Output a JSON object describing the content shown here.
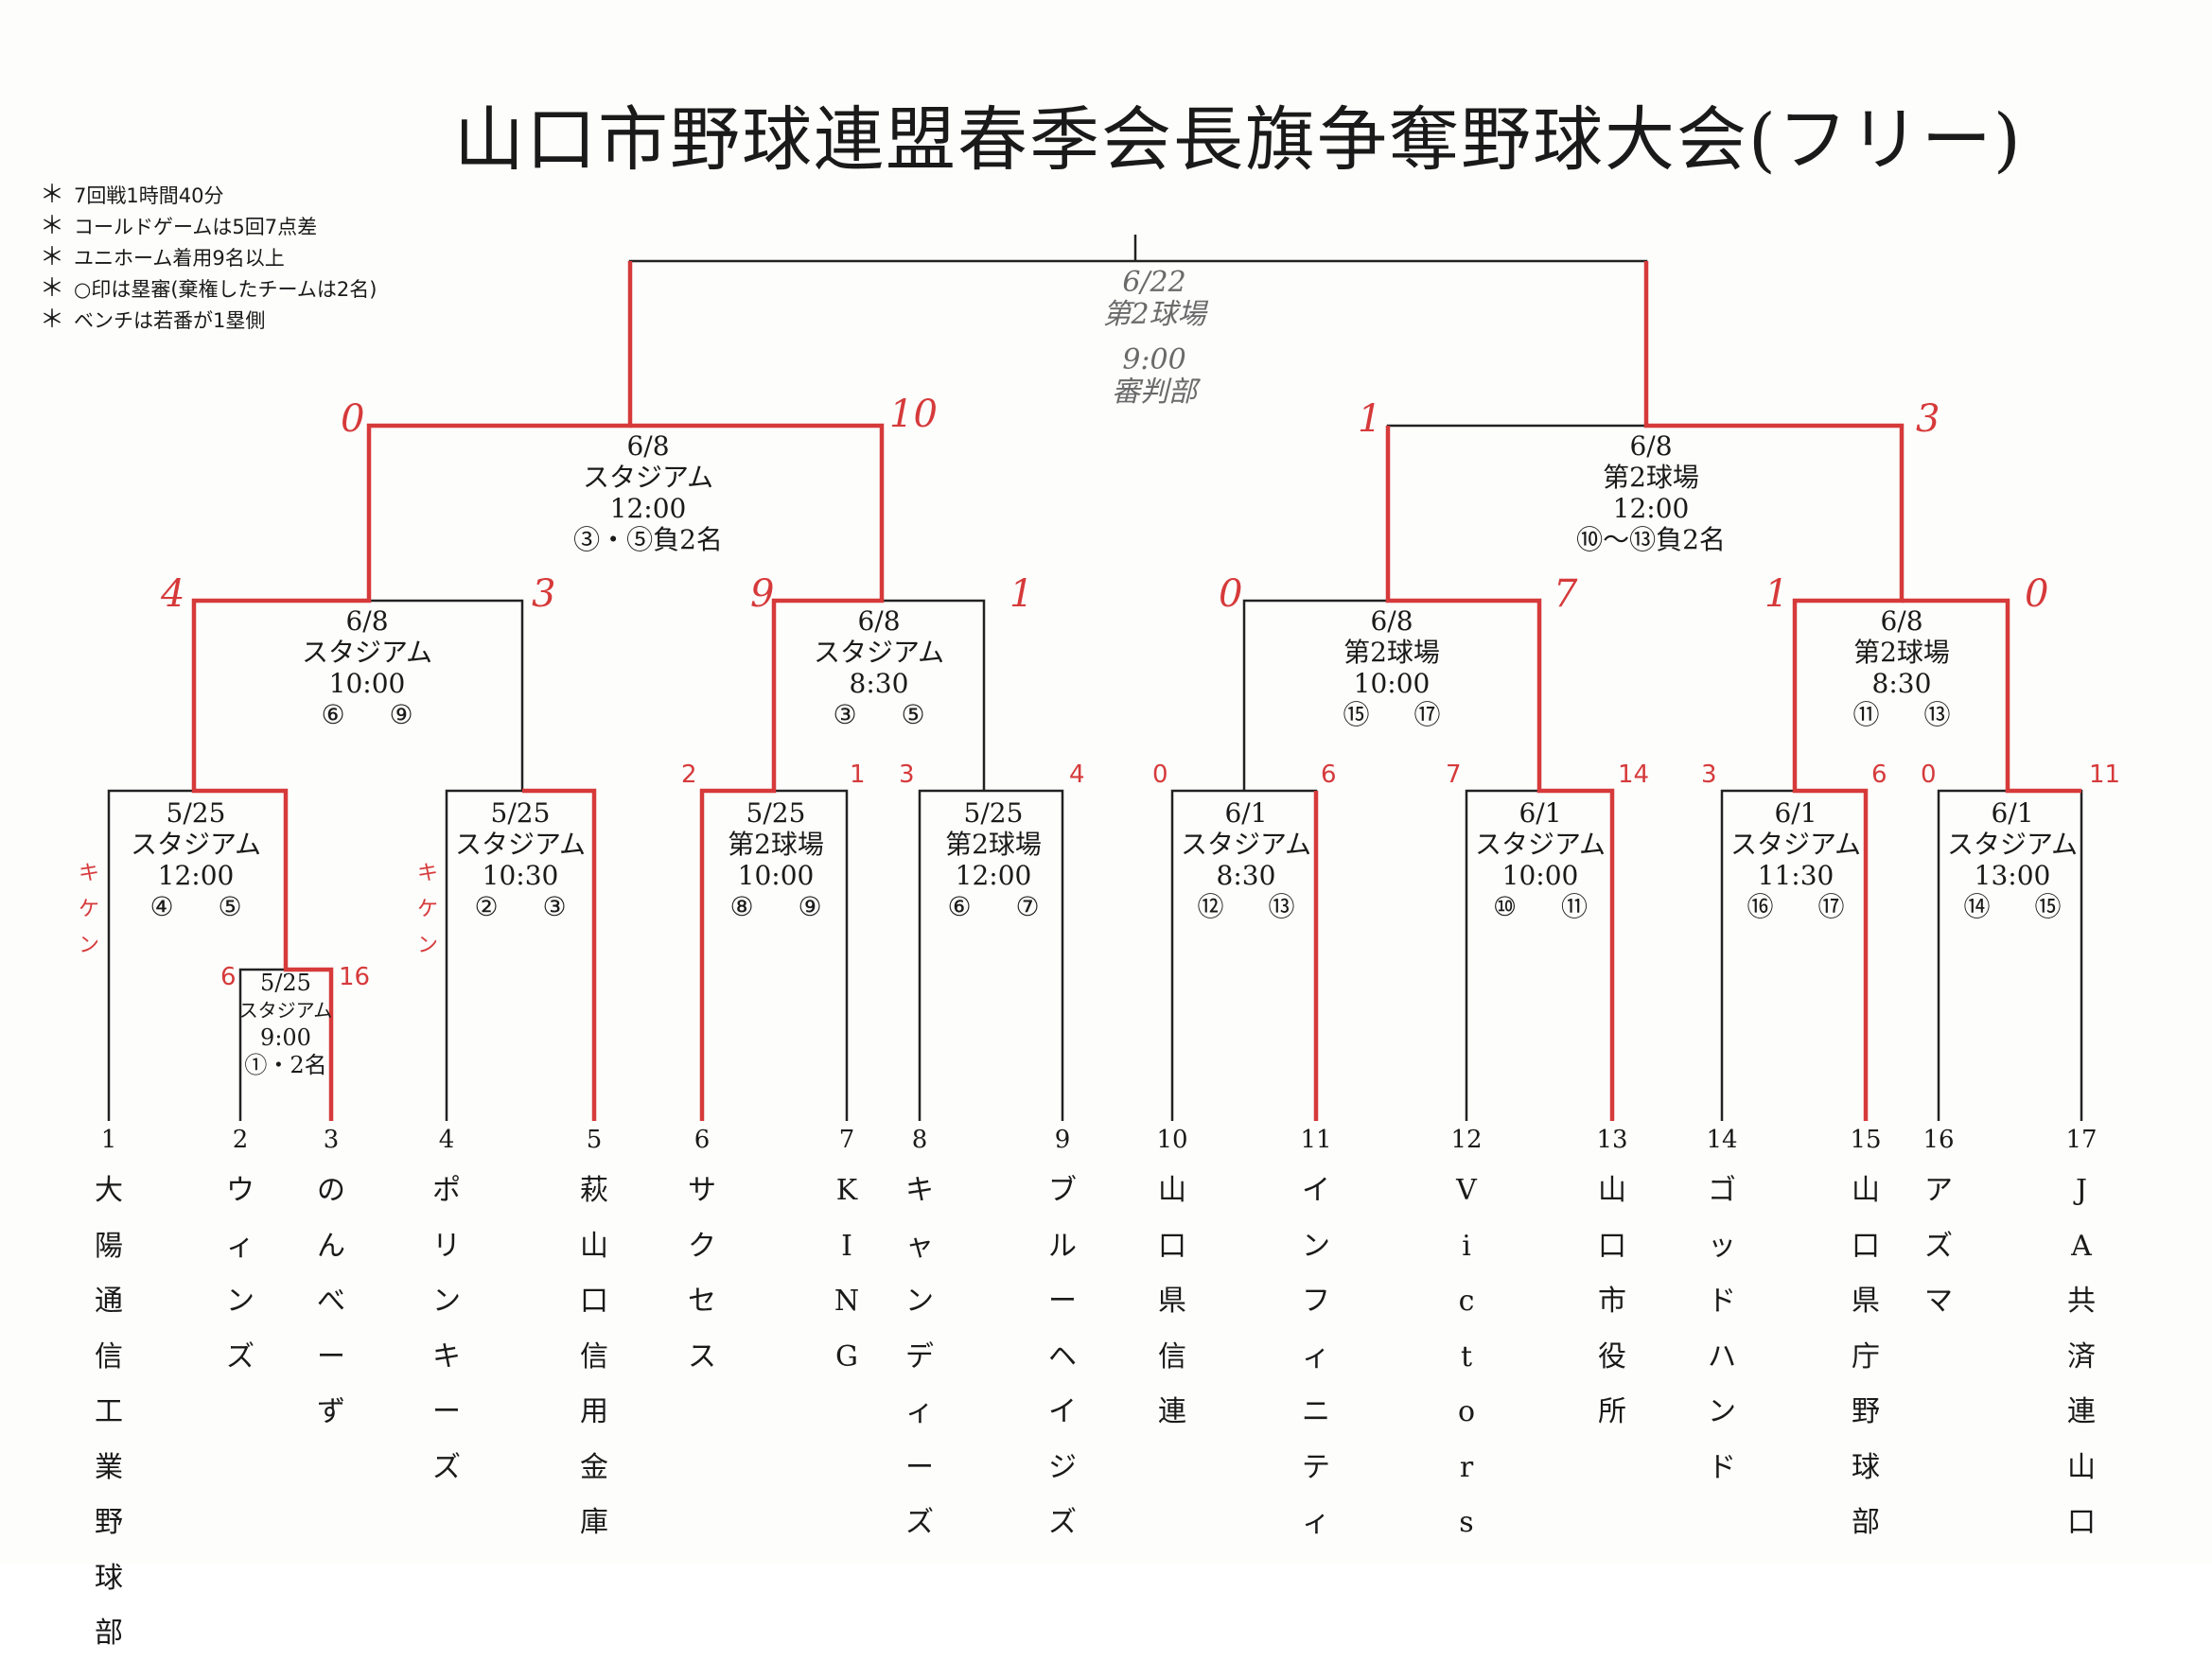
{
  "title": "山口市野球連盟春季会長旗争奪野球大会(フリー)",
  "notes": [
    "7回戦1時間40分",
    "コールドゲームは5回7点差",
    "ユニホーム着用9名以上",
    "○印は塁審(棄権したチームは2名)",
    "ベンチは若番が1塁側"
  ],
  "final_note": {
    "date": "6/22",
    "venue": "第2球場",
    "time": "9:00",
    "umpire": "審判部"
  },
  "teams": [
    {
      "num": "1",
      "name": "大陽通信工業野球部"
    },
    {
      "num": "2",
      "name": "ウィンズ"
    },
    {
      "num": "3",
      "name": "のんべーず"
    },
    {
      "num": "4",
      "name": "ポリンキーズ"
    },
    {
      "num": "5",
      "name": "萩山口信用金庫"
    },
    {
      "num": "6",
      "name": "サクセス"
    },
    {
      "num": "7",
      "name": "KING"
    },
    {
      "num": "8",
      "name": "キャンディーズ"
    },
    {
      "num": "9",
      "name": "ブルーヘイジズ"
    },
    {
      "num": "10",
      "name": "山口県信連"
    },
    {
      "num": "11",
      "name": "インフィニティ"
    },
    {
      "num": "12",
      "name": "Victors"
    },
    {
      "num": "13",
      "name": "山口市役所"
    },
    {
      "num": "14",
      "name": "ゴッドハンド"
    },
    {
      "num": "15",
      "name": "山口県庁野球部"
    },
    {
      "num": "16",
      "name": "アズマ"
    },
    {
      "num": "17",
      "name": "JA共済連山口"
    }
  ],
  "games": {
    "g0": {
      "date": "5/25",
      "venue": "スタジアム",
      "time": "9:00",
      "umps": "①・2名"
    },
    "g1": {
      "date": "5/25",
      "venue": "スタジアム",
      "time": "12:00",
      "umps": "④ ⑤"
    },
    "g2": {
      "date": "5/25",
      "venue": "スタジアム",
      "time": "10:30",
      "umps": "② ③"
    },
    "g3": {
      "date": "5/25",
      "venue": "第2球場",
      "time": "10:00",
      "umps": "⑧ ⑨"
    },
    "g4": {
      "date": "5/25",
      "venue": "第2球場",
      "time": "12:00",
      "umps": "⑥ ⑦"
    },
    "g5": {
      "date": "6/1",
      "venue": "スタジアム",
      "time": "8:30",
      "umps": "⑫ ⑬"
    },
    "g6": {
      "date": "6/1",
      "venue": "スタジアム",
      "time": "10:00",
      "umps": "⑩ ⑪"
    },
    "g7": {
      "date": "6/1",
      "venue": "スタジアム",
      "time": "11:30",
      "umps": "⑯ ⑰"
    },
    "g8": {
      "date": "6/1",
      "venue": "スタジアム",
      "time": "13:00",
      "umps": "⑭ ⑮"
    },
    "q1": {
      "date": "6/8",
      "venue": "スタジアム",
      "time": "10:00",
      "umps": "⑥ ⑨"
    },
    "q2": {
      "date": "6/8",
      "venue": "スタジアム",
      "time": "8:30",
      "umps": "③ ⑤"
    },
    "q3": {
      "date": "6/8",
      "venue": "第2球場",
      "time": "10:00",
      "umps": "⑮ ⑰"
    },
    "q4": {
      "date": "6/8",
      "venue": "第2球場",
      "time": "8:30",
      "umps": "⑪ ⑬"
    },
    "s1": {
      "date": "6/8",
      "venue": "スタジアム",
      "time": "12:00",
      "umps": "③・⑤負2名"
    },
    "s2": {
      "date": "6/8",
      "venue": "第2球場",
      "time": "12:00",
      "umps": "⑩〜⑬負2名"
    }
  },
  "scores": {
    "g0": [
      "6",
      "16"
    ],
    "g3": [
      "2",
      "1"
    ],
    "g4": [
      "3",
      "4"
    ],
    "g5": [
      "0",
      "6"
    ],
    "g6": [
      "7",
      "14"
    ],
    "g7": [
      "3",
      "6"
    ],
    "g8": [
      "0",
      "11"
    ],
    "q1": [
      "4",
      "3"
    ],
    "q2": [
      "9",
      "1"
    ],
    "q3": [
      "0",
      "7"
    ],
    "q4": [
      "1",
      "0"
    ],
    "s1": [
      "0",
      "10"
    ],
    "s2": [
      "1",
      "3"
    ]
  },
  "forfeit_label": "キケン"
}
